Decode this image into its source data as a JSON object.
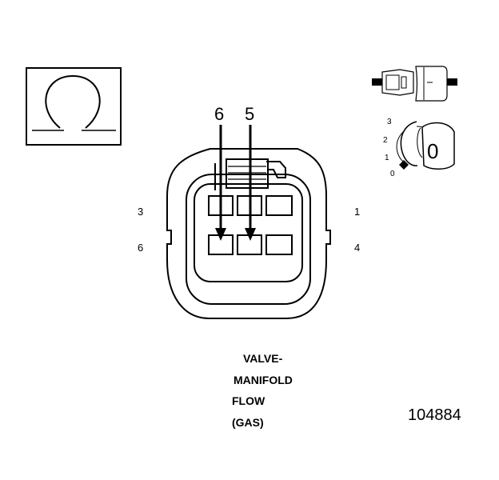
{
  "diagram": {
    "cavity_labels": {
      "left_top": "3",
      "left_bottom": "6",
      "right_top": "1",
      "right_bottom": "4"
    },
    "callouts": {
      "pin_a": "6",
      "pin_b": "5"
    },
    "lock_positions": [
      "3",
      "2",
      "1",
      "0"
    ],
    "lock_label": "0",
    "caption_lines": [
      "VALVE-",
      "MANIFOLD",
      "FLOW",
      "(GAS)"
    ],
    "part_number": "104884",
    "icons": [
      "omega-symbol-icon",
      "connector-side-view-icon",
      "lock-tab-position-icon"
    ],
    "colors": {
      "line": "#000000",
      "background": "#ffffff"
    }
  }
}
